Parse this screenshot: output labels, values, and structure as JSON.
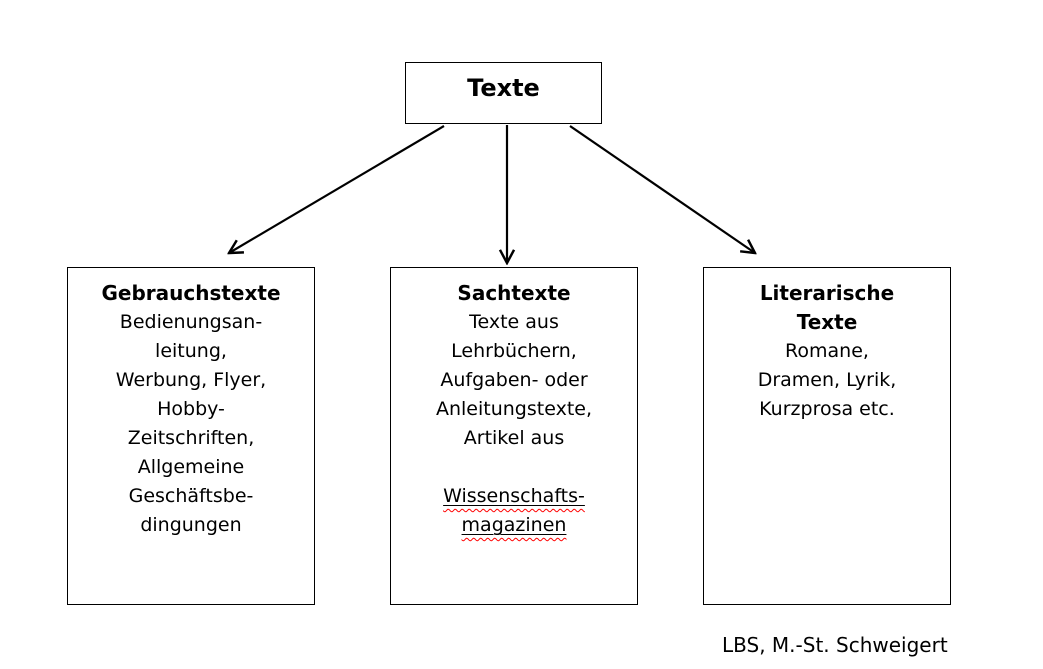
{
  "diagram": {
    "root": {
      "label": "Texte"
    },
    "branches": [
      {
        "title": "Gebrauchstexte",
        "body": "Bedienungsan-\nleitung,\nWerbung, Flyer,\nHobby-\nZeitschriften,\nAllgemeine\nGeschäftsbe-\ndingungen"
      },
      {
        "title": "Sachtexte",
        "body": "Texte aus\nLehrbüchern,\nAufgaben- oder\nAnleitungstexte,\nArtikel aus",
        "underlined_text": "Wissenschafts-\nmagazinen"
      },
      {
        "title": "Literarische\nTexte",
        "body": "Romane,\nDramen, Lyrik,\nKurzprosa etc."
      }
    ],
    "footer": "LBS, M.-St. Schweigert",
    "colors": {
      "line": "#000000",
      "text": "#000000",
      "background": "#ffffff",
      "spellcheck_underline": "#ff0000"
    }
  }
}
